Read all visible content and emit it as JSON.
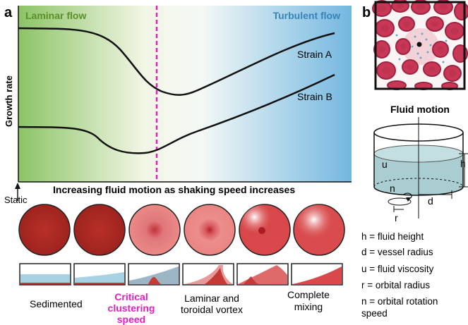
{
  "panel_a": {
    "label": "a",
    "region_left": "Laminar flow",
    "region_right": "Turbulent flow",
    "ylabel": "Growth rate",
    "xlabel": "Increasing fluid motion as shaking speed increases",
    "static_label": "Static",
    "strain_a": "Strain A",
    "strain_b": "Strain B",
    "colors": {
      "laminar": "#7fbf3f",
      "turbulent": "#58a8d8",
      "critical_line": "#e020c0",
      "curve": "#111111"
    }
  },
  "stages": {
    "sedimented": "Sedimented",
    "critical": [
      "Critical",
      "clustering",
      "speed"
    ],
    "laminar_vortex": [
      "Laminar and",
      "toroidal vortex"
    ],
    "complete": [
      "Complete",
      "mixing"
    ]
  },
  "panel_b": {
    "label": "b",
    "fluid_motion": "Fluid motion",
    "dim_h": "h",
    "dim_u": "u",
    "dim_n": "n",
    "dim_r": "r",
    "dim_d": "d",
    "legend": [
      "h = fluid height",
      "d = vessel radius",
      "u = fluid viscosity",
      "r = orbital radius",
      "n = orbital rotation",
      "speed"
    ]
  }
}
